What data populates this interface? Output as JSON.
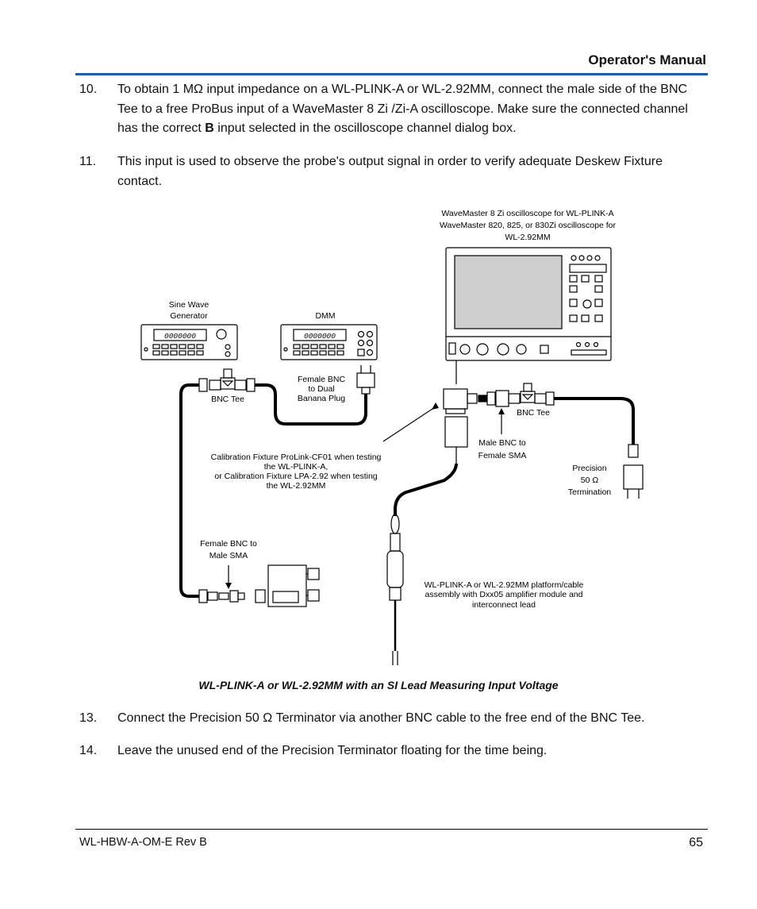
{
  "header": {
    "title": "Operator's Manual"
  },
  "steps": [
    {
      "num": "10.",
      "text_a": "To obtain 1 MΩ input impedance on a WL-PLINK-A or WL-2.92MM, connect the male side of the BNC Tee to a free ProBus input of a WaveMaster 8 Zi /Zi-A oscilloscope. Make sure the connected channel has the correct ",
      "bold": "B",
      "text_b": " input selected in the oscilloscope channel dialog box."
    },
    {
      "num": "11.",
      "text": "This input is used to observe the probe's output signal in order to verify adequate Deskew Fixture contact."
    },
    {
      "num": "13.",
      "text": "Connect the Precision 50 Ω Terminator via another BNC cable to the free end of the BNC Tee."
    },
    {
      "num": "14.",
      "text": "Leave the unused end of the Precision Terminator floating for the time being."
    }
  ],
  "figure": {
    "caption": "WL-PLINK-A or WL-2.92MM with an SI Lead Measuring Input Voltage",
    "labels": {
      "scope_l1": "WaveMaster 8 Zi oscilloscope for WL-PLINK-A",
      "scope_l2": "WaveMaster 820, 825, or 830Zi oscilloscope for",
      "scope_l3": "WL-2.92MM",
      "sine_l1": "Sine Wave",
      "sine_l2": "Generator",
      "dmm": "DMM",
      "sine_display": "0000000",
      "dmm_display": "0000000",
      "fbnc_l1": "Female BNC",
      "fbnc_l2": "to Dual",
      "fbnc_l3": "Banana Plug",
      "bnc_tee_left": "BNC Tee",
      "bnc_tee_right": "BNC Tee",
      "male_bnc_l1": "Male BNC to",
      "male_bnc_l2": "Female SMA",
      "cal_l1": "Calibration Fixture ProLink-CF01 when testing",
      "cal_l2": "the WL-PLINK-A,",
      "cal_l3": "or Calibration Fixture LPA-2.92 when testing",
      "cal_l4": "the WL-2.92MM",
      "prec_l1": "Precision",
      "prec_l2": "50 Ω",
      "prec_l3": "Termination",
      "fsma_l1": "Female BNC to",
      "fsma_l2": "Male SMA",
      "plat_l1": "WL-PLINK-A or WL-2.92MM platform/cable",
      "plat_l2": "assembly with Dxx05 amplifier module and",
      "plat_l3": "interconnect lead"
    }
  },
  "footer": {
    "doc_id": "WL-HBW-A-OM-E Rev B",
    "page": "65"
  }
}
